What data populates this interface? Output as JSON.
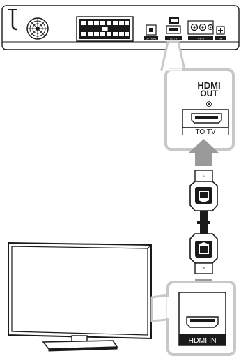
{
  "receiver_panel": {
    "connector_labels": [
      "OPTICAL",
      "TO TV",
      "INPUT",
      "FM"
    ]
  },
  "hdmi_out_callout": {
    "title_line1": "HDMI",
    "title_line2": "OUT",
    "symbol": "⊗",
    "caption": "TO TV"
  },
  "hdmi_in_callout": {
    "caption": "HDMI IN"
  },
  "colors": {
    "callout_border": "#c8c8c8",
    "arrow": "#9a9a9a",
    "line": "#1a1a1a",
    "label_bg": "#1a1a1a"
  },
  "icons": [
    "hdmi-port-icon",
    "hdmi-plug-icon",
    "speaker-fan-icon",
    "optical-port-icon"
  ]
}
